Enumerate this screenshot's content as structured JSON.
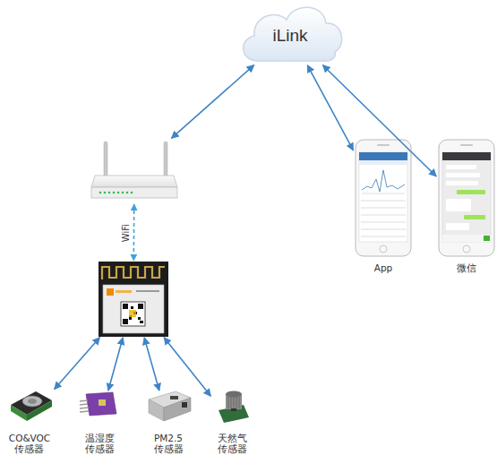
{
  "diagram": {
    "nodes": [
      {
        "text": [
          "iLink"
        ]
      },
      {
        "text": []
      },
      {
        "text": [
          "App"
        ]
      },
      {
        "text": [
          "微信"
        ]
      },
      {
        "text": []
      },
      {
        "text": [
          "CO&VOC 传感器"
        ]
      },
      {
        "text": [
          "温湿度 传感器"
        ]
      },
      {
        "text": [
          "PM2.5 传感器"
        ]
      },
      {
        "text": [
          "天然气 传感器"
        ]
      }
    ],
    "edges": [
      {
        "from": 0,
        "to": 1,
        "arrow": "both"
      },
      {
        "from": 0,
        "to": 2,
        "arrow": "both"
      },
      {
        "from": 0,
        "to": 3,
        "arrow": "both"
      },
      {
        "from": 1,
        "to": 4,
        "label": "WiFi",
        "arrow": "both"
      },
      {
        "from": 4,
        "to": 5,
        "arrow": "both"
      },
      {
        "from": 4,
        "to": 6,
        "arrow": "both"
      },
      {
        "from": 4,
        "to": 7,
        "arrow": "both"
      },
      {
        "from": 4,
        "to": 8,
        "arrow": "both"
      }
    ]
  }
}
